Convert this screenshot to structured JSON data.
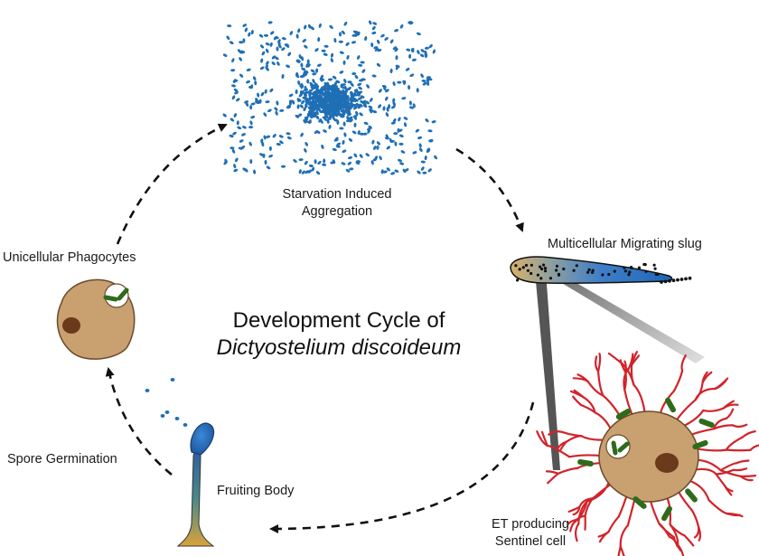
{
  "title": {
    "line1": "Development Cycle of",
    "line2": "Dictyostelium discoideum"
  },
  "stages": {
    "aggregation": {
      "line1": "Starvation Induced",
      "line2": "Aggregation"
    },
    "slug": "Multicellular Migrating slug",
    "sentinel": {
      "line1": "ET producing",
      "line2": "Sentinel cell"
    },
    "fruiting": "Fruiting Body",
    "germination": "Spore Germination",
    "phagocytes": "Unicellular Phagocytes"
  },
  "colors": {
    "aggregate_cells": "#1f6fb5",
    "cell_body": "#c9a070",
    "nucleus": "#6b3a1c",
    "bacteria": "#2e6b1a",
    "extracellular_traps": "#d2232a",
    "arrow": "#111111"
  },
  "icons": [
    "aggregate-cluster",
    "migrating-slug",
    "sentinel-cell",
    "fruiting-body",
    "spores",
    "phagocyte-cell"
  ]
}
